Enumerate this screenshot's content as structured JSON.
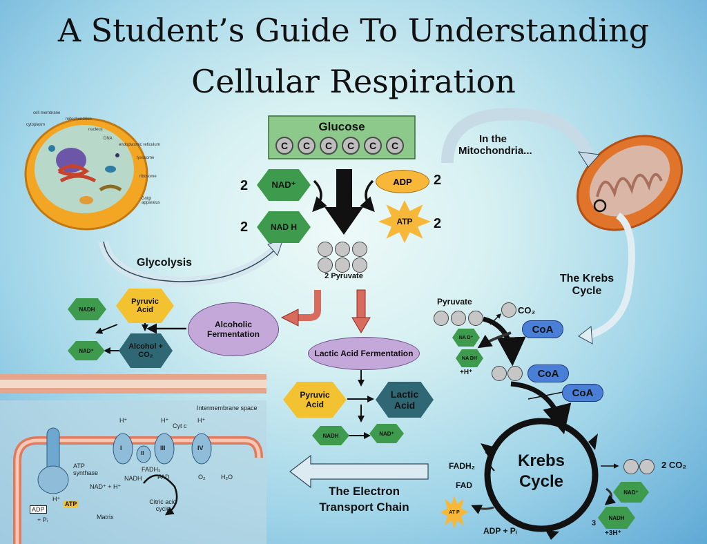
{
  "title": {
    "line1": "A Student’s Guide To Understanding",
    "line2": "Cellular Respiration"
  },
  "glucose": {
    "label": "Glucose",
    "carbons": [
      "C",
      "C",
      "C",
      "C",
      "C",
      "C"
    ]
  },
  "glycolysis": {
    "label": "Glycolysis",
    "nad_count": "2",
    "nad_label": "NAD⁺",
    "nadh_count": "2",
    "nadh_label": "NAD H",
    "adp_label": "ADP",
    "adp_count": "2",
    "atp_label": "ATP",
    "atp_count": "2",
    "pyruvate_label": "2 Pyruvate"
  },
  "mitochondria": {
    "label": "In the Mitochondria..."
  },
  "krebs_label": "The Krebs Cycle",
  "alcoholic": {
    "label": "Alcoholic Fermentation",
    "pyruvic": "Pyruvic Acid",
    "product": "Alcohol + CO₂",
    "nadh": "NADH",
    "nad": "NAD⁺"
  },
  "lactic": {
    "label": "Lactic Acid Fermentation",
    "pyruvic": "Pyruvic Acid",
    "product": "Lactic Acid",
    "nadh": "NADH",
    "nad": "NAD⁺"
  },
  "link": {
    "pyruvate": "Pyruvate",
    "co2": "CO₂",
    "coa1": "CoA",
    "nad": "NA D⁺",
    "nadh": "NA DH",
    "h": "+H⁺",
    "coa2": "CoA",
    "coa3": "CoA"
  },
  "krebs": {
    "title1": "Krebs",
    "title2": "Cycle",
    "fadh2": "FADH₂",
    "fad": "FAD",
    "atp": "AT P",
    "adp": "ADP + Pᵢ",
    "co2": "2 CO₂",
    "nad": "NAD⁺",
    "nadh_count": "3",
    "nadh": "NADH",
    "h": "+3H⁺"
  },
  "etc": {
    "label": "The Electron Transport Chain",
    "intermembrane": "Intermembrane space",
    "matrix": "Matrix",
    "atp_synthase": "ATP synthase",
    "adp": "ADP",
    "pi": "+ Pᵢ",
    "atp": "ATP",
    "h": "H⁺",
    "nadh": "NADH",
    "nad_h": "NAD⁺ + H⁺",
    "fadh2": "FADH₂",
    "fad": "FAD",
    "cytc": "Cyt c",
    "o2": "O₂",
    "h2o": "H₂O",
    "citric": "Citric acid cycle",
    "complexes": [
      "I",
      "II",
      "III",
      "IV"
    ]
  },
  "cell_labels": [
    "cell membrane",
    "mitochondrion",
    "cytoplasm",
    "nucleus",
    "DNA",
    "endoplasmic reticulum",
    "lysosome",
    "ribosome",
    "Golgi apparatus"
  ],
  "colors": {
    "green": "#3e9b4e",
    "gold": "#f2c230",
    "purple": "#c4a8da",
    "blue": "#4a7fd8",
    "teal": "#2f6874",
    "orange": "#f7b83a"
  }
}
